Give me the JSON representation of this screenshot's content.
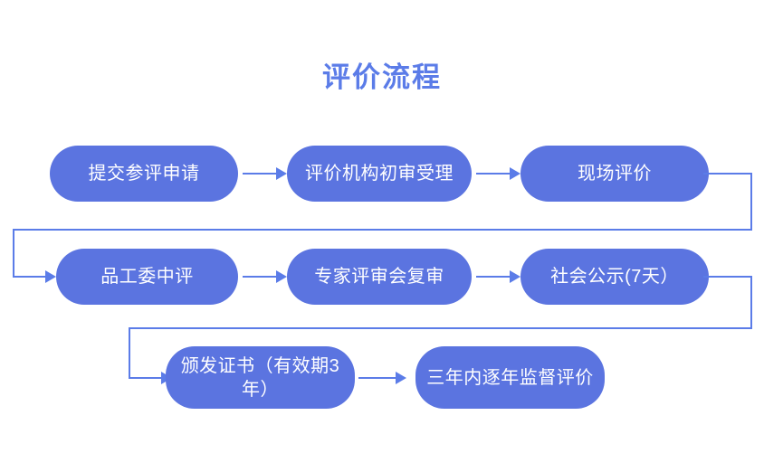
{
  "title": "评价流程",
  "colors": {
    "node_fill": "#5b74e0",
    "node_text": "#ffffff",
    "title": "#5b7ce8",
    "connector": "#5b7ce8",
    "background": "#ffffff"
  },
  "flow": {
    "rows": [
      {
        "row_index": 1,
        "nodes": [
          {
            "id": "n1",
            "label": "提交参评申请"
          },
          {
            "id": "n2",
            "label": "评价机构初审受理"
          },
          {
            "id": "n3",
            "label": "现场评价"
          }
        ]
      },
      {
        "row_index": 2,
        "nodes": [
          {
            "id": "n4",
            "label": "品工委中评"
          },
          {
            "id": "n5",
            "label": "专家评审会复审"
          },
          {
            "id": "n6",
            "label": "社会公示(7天）"
          }
        ]
      },
      {
        "row_index": 3,
        "nodes": [
          {
            "id": "n7",
            "label": "颁发证书（有效期3年）"
          },
          {
            "id": "n8",
            "label": "三年内逐年监督评价"
          }
        ]
      }
    ],
    "connections": [
      {
        "from": "n1",
        "to": "n2",
        "kind": "straight-right"
      },
      {
        "from": "n2",
        "to": "n3",
        "kind": "straight-right"
      },
      {
        "from": "n3",
        "to": "n4",
        "kind": "wrap-right-down-left"
      },
      {
        "from": "n4",
        "to": "n5",
        "kind": "straight-right"
      },
      {
        "from": "n5",
        "to": "n6",
        "kind": "straight-right"
      },
      {
        "from": "n6",
        "to": "n7",
        "kind": "wrap-right-down-left"
      },
      {
        "from": "n7",
        "to": "n8",
        "kind": "straight-right"
      }
    ]
  }
}
